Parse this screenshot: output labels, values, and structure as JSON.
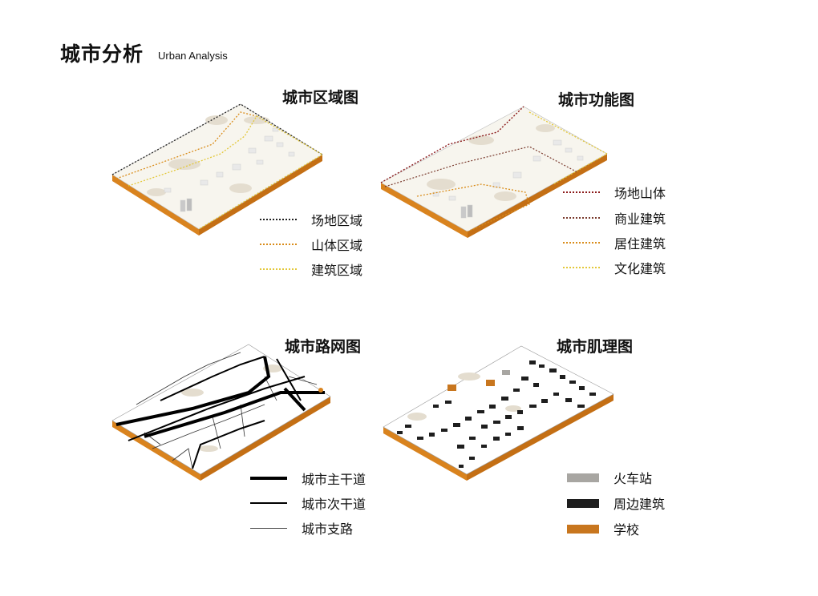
{
  "header": {
    "title": "城市分析",
    "subtitle": "Urban Analysis"
  },
  "panels": {
    "zone": {
      "title": "城市区域图",
      "legend": [
        {
          "label": "场地区域",
          "color": "#222222",
          "style": "dotted"
        },
        {
          "label": "山体区域",
          "color": "#d98c1a",
          "style": "dotted"
        },
        {
          "label": "建筑区域",
          "color": "#e3c83a",
          "style": "dotted"
        }
      ]
    },
    "function": {
      "title": "城市功能图",
      "legend": [
        {
          "label": "场地山体",
          "color": "#8b1a1a",
          "style": "dotted"
        },
        {
          "label": "商业建筑",
          "color": "#7a3b2e",
          "style": "dotted"
        },
        {
          "label": "居住建筑",
          "color": "#d98c1a",
          "style": "dotted"
        },
        {
          "label": "文化建筑",
          "color": "#e3c83a",
          "style": "dotted"
        }
      ]
    },
    "road": {
      "title": "城市路网图",
      "legend": [
        {
          "label": "城市主干道",
          "color": "#000000",
          "style": "thick"
        },
        {
          "label": "城市次干道",
          "color": "#000000",
          "style": "medium"
        },
        {
          "label": "城市支路",
          "color": "#444444",
          "style": "thin"
        }
      ]
    },
    "texture": {
      "title": "城市肌理图",
      "legend": [
        {
          "label": "火车站",
          "color": "#a8a6a2",
          "style": "box"
        },
        {
          "label": "周边建筑",
          "color": "#1e1e1e",
          "style": "box"
        },
        {
          "label": "学校",
          "color": "#c8761e",
          "style": "box"
        }
      ]
    }
  },
  "colors": {
    "slab_top": "#f7f5ee",
    "slab_side": "#d9831e",
    "slab_edge": "#8a4a0e",
    "terrain": "#e4ddcf"
  }
}
